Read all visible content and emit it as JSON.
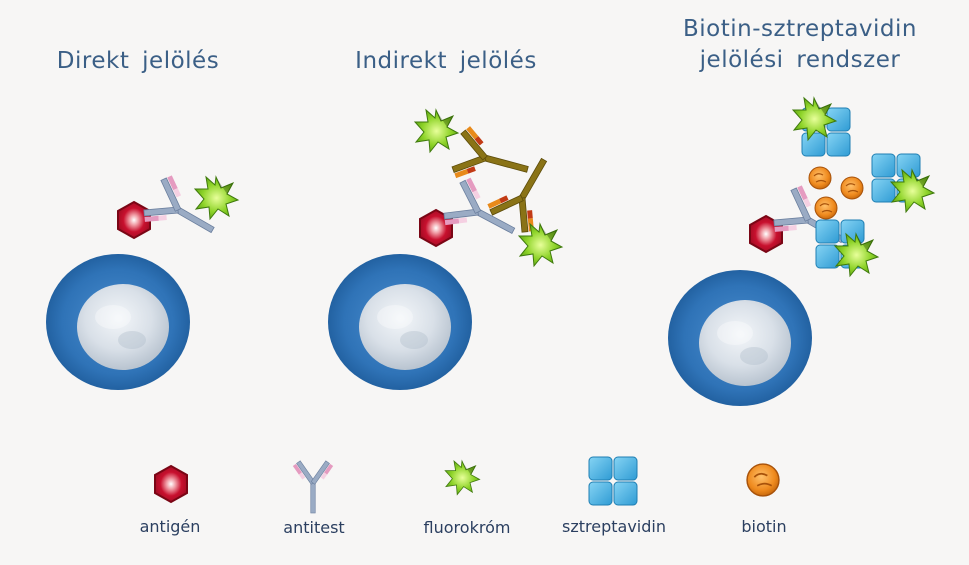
{
  "panels": {
    "direct": {
      "title": "Direkt jelölés"
    },
    "indirect": {
      "title": "Indirekt jelölés"
    },
    "biotin": {
      "title_line1": "Biotin-sztreptavidin",
      "title_line2": "jelölési rendszer"
    }
  },
  "legend": {
    "antigen": "antigén",
    "antibody": "antitest",
    "fluorochrome": "fluorokróm",
    "streptavidin": "sztreptavidin",
    "biotin": "biotin"
  },
  "colors": {
    "cell_blue": "#2f73b7",
    "nucleus": "#d6dde6",
    "antigen_red": "#c8102e",
    "antibody_gray": "#98a9c2",
    "antibody_pink": "#e59bc0",
    "secondary_gold": "#8a7316",
    "secondary_orange": "#e88a1a",
    "fluor_green": "#8fd42a",
    "streptavidin_blue": "#4fb7e6",
    "biotin_orange": "#ef8a1e"
  }
}
